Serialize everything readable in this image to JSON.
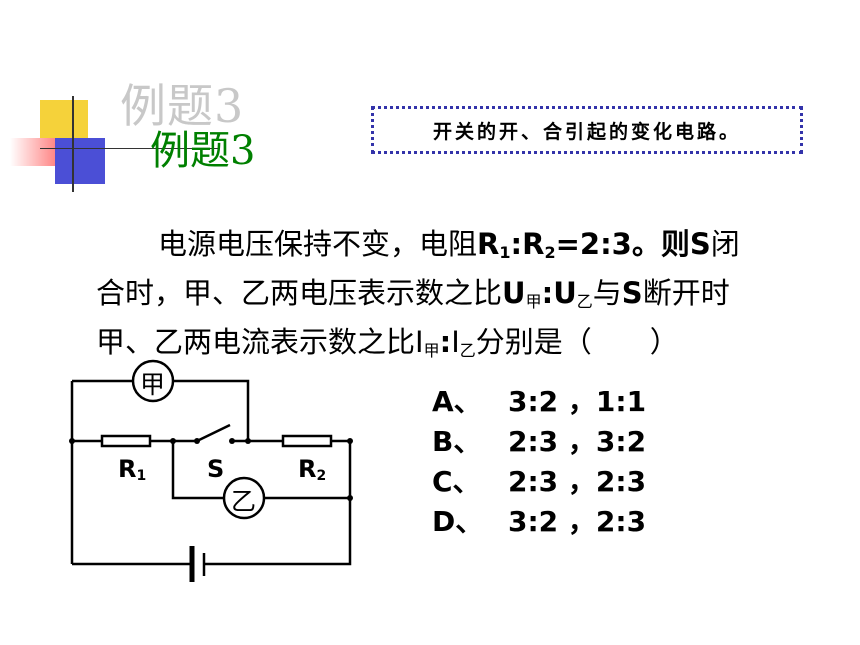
{
  "title": "例题3",
  "tag": "开关的开、合引起的变化电路。",
  "question": {
    "line1_a": "电源电压保持不变，电阻",
    "line1_r1": "R",
    "line1_r1_sub": "1",
    "line1_colon": ":",
    "line1_r2": "R",
    "line1_r2_sub": "2",
    "line1_ratio": "=2:3。则",
    "line1_s": "S",
    "line1_end": "闭",
    "line2_a": "合时，甲、乙两电压表示数之比",
    "line2_u1": "U",
    "line2_u1_sub": "甲",
    "line2_colon": ":",
    "line2_u2": "U",
    "line2_u2_sub": "乙",
    "line2_b": "与",
    "line2_s": "S",
    "line2_end": "断开时",
    "line3_a": "甲、乙两电流表示数之比",
    "line3_i1": "I",
    "line3_i1_sub": "甲",
    "line3_colon": ":",
    "line3_i2": "I",
    "line3_i2_sub": "乙",
    "line3_end": "分别是（　　）"
  },
  "options": [
    {
      "letter": "A、",
      "value": "3:2 ，1:1"
    },
    {
      "letter": "B、",
      "value": "2:3 ，3:2"
    },
    {
      "letter": "C、",
      "value": "2:3 ，2:3"
    },
    {
      "letter": "D、",
      "value": "3:2 ，2:3"
    }
  ],
  "circuit": {
    "meter_top": "甲",
    "meter_bottom": "乙",
    "r1": "R",
    "r1_sub": "1",
    "switch": "S",
    "r2": "R",
    "r2_sub": "2"
  }
}
